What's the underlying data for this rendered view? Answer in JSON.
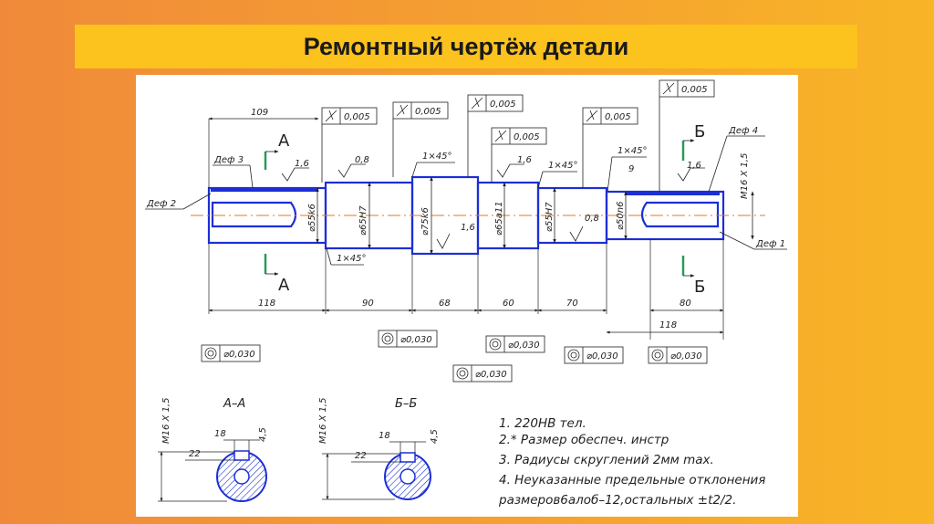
{
  "slide": {
    "title": "Ремонтный чертёж детали"
  },
  "colors": {
    "background_left": "#f08a3a",
    "background_right": "#f8b526",
    "title_bar": "#fcc21e",
    "part_outline": "#1c2fd6",
    "hatch": "#1c2fd6",
    "axis_line": "#e07a2a"
  },
  "drawing": {
    "section_labels": {
      "a_top": "А",
      "a_bottom": "А",
      "b_top": "Б",
      "b_bottom": "Б"
    },
    "defect_labels": {
      "def1": "Деф 1",
      "def2": "Деф 2",
      "def3": "Деф 3",
      "def4": "Деф 4"
    },
    "diameters": {
      "d55k6": "⌀55k6",
      "d65h7": "⌀65H7",
      "d75k6": "⌀75k6",
      "d65a11": "⌀65a11",
      "d55h7": "⌀55H7",
      "d50n6": "⌀50n6",
      "thread": "M16 X 1,5"
    },
    "roughness": {
      "r1": "1,6",
      "r2": "0,8",
      "r3": "1,6",
      "r4": "1,6",
      "r5": "0,8",
      "r6": "1,6"
    },
    "chamfers": {
      "c1": "1×45°",
      "c2": "1×45°",
      "c3": "1×45°",
      "c4": "1×45°"
    },
    "dimensions": {
      "d109": "109",
      "d118_left": "118",
      "d90": "90",
      "d68": "68",
      "d60": "60",
      "d70": "70",
      "d80": "80",
      "d118_right": "118",
      "d9": "9"
    },
    "runout_tolerances": {
      "t1": "0,005",
      "t2": "0,005",
      "t3": "0,005",
      "t4": "0,005",
      "t5": "0,005",
      "t6": "0,005"
    },
    "concentricity_tolerances": {
      "c1": "⌀0,030",
      "c2": "⌀0,030",
      "c3": "⌀0,030",
      "c4": "⌀0,030",
      "c5": "⌀0,030",
      "c6": "⌀0,030"
    },
    "section_aa": {
      "title": "А–А",
      "thread": "M16 X 1,5",
      "d18": "18",
      "d22": "22",
      "d45": "4,5"
    },
    "section_bb": {
      "title": "Б–Б",
      "thread": "M16 X 1,5",
      "d18": "18",
      "d22": "22",
      "d45": "4,5"
    },
    "notes": [
      "1. 220HB тел.",
      "2.* Размер обеспеч. инстр",
      "3. Радиусы скруглений 2мм max.",
      "4. Неуказанные предельные отклонения",
      "размеров6алоб–12,остальных ±t2/2."
    ]
  }
}
